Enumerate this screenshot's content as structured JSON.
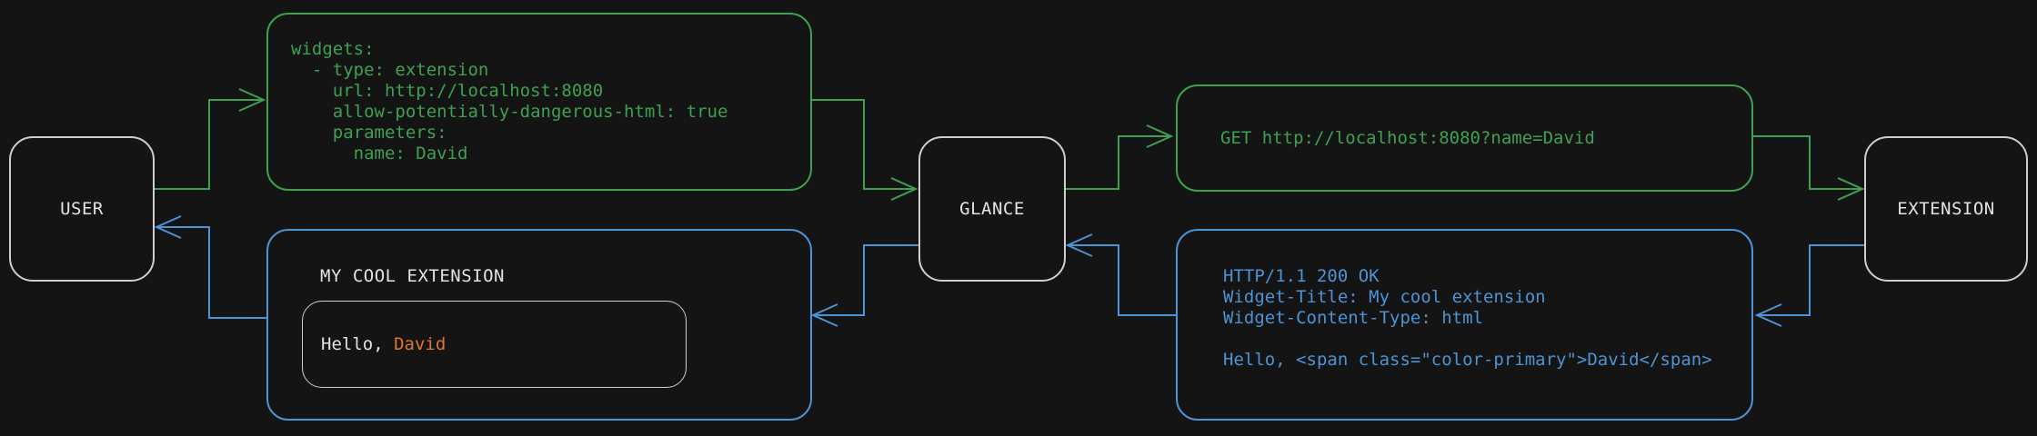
{
  "colors": {
    "bg": "#141414",
    "green": "#3EA152",
    "blue": "#4D93D6",
    "orange": "#E0762F",
    "gray": "#CFCFCF",
    "text": "#E3E3E3"
  },
  "nodes": {
    "user": "USER",
    "glance": "GLANCE",
    "extension": "EXTENSION"
  },
  "config_box": {
    "lines": [
      "widgets:",
      "  - type: extension",
      "    url: http://localhost:8080",
      "    allow-potentially-dangerous-html: true",
      "    parameters:",
      "      name: David"
    ]
  },
  "request_box": {
    "text": "GET http://localhost:8080?name=David"
  },
  "response_box": {
    "lines": [
      "HTTP/1.1 200 OK",
      "Widget-Title: My cool extension",
      "Widget-Content-Type: html",
      "",
      "Hello, <span class=\"color-primary\">David</span>"
    ]
  },
  "widget_box": {
    "title": "MY COOL EXTENSION",
    "greeting_prefix": "Hello, ",
    "greeting_name": "David"
  }
}
